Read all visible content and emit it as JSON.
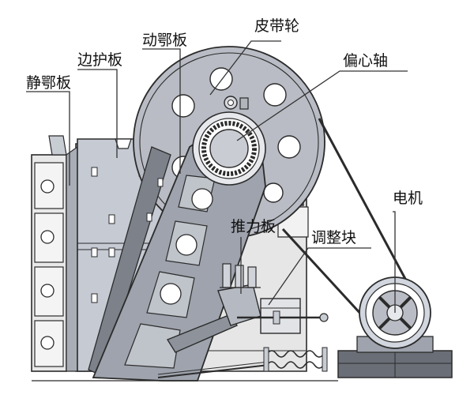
{
  "labels": {
    "fixed_jaw": "静鄂板",
    "side_guard": "边护板",
    "moving_jaw": "动鄂板",
    "pulley": "皮带轮",
    "eccentric_shaft": "偏心轴",
    "motor": "电机",
    "toggle_plate": "推力板",
    "adjust_block": "调整块"
  },
  "colors": {
    "outline": "#2b2b2b",
    "frame": "#e6e6e6",
    "body": "#d2d6de",
    "pulley": "#b9bcc4",
    "jaw": "#9ea3ad",
    "dark": "#6a6e76",
    "callout": "#333333"
  }
}
